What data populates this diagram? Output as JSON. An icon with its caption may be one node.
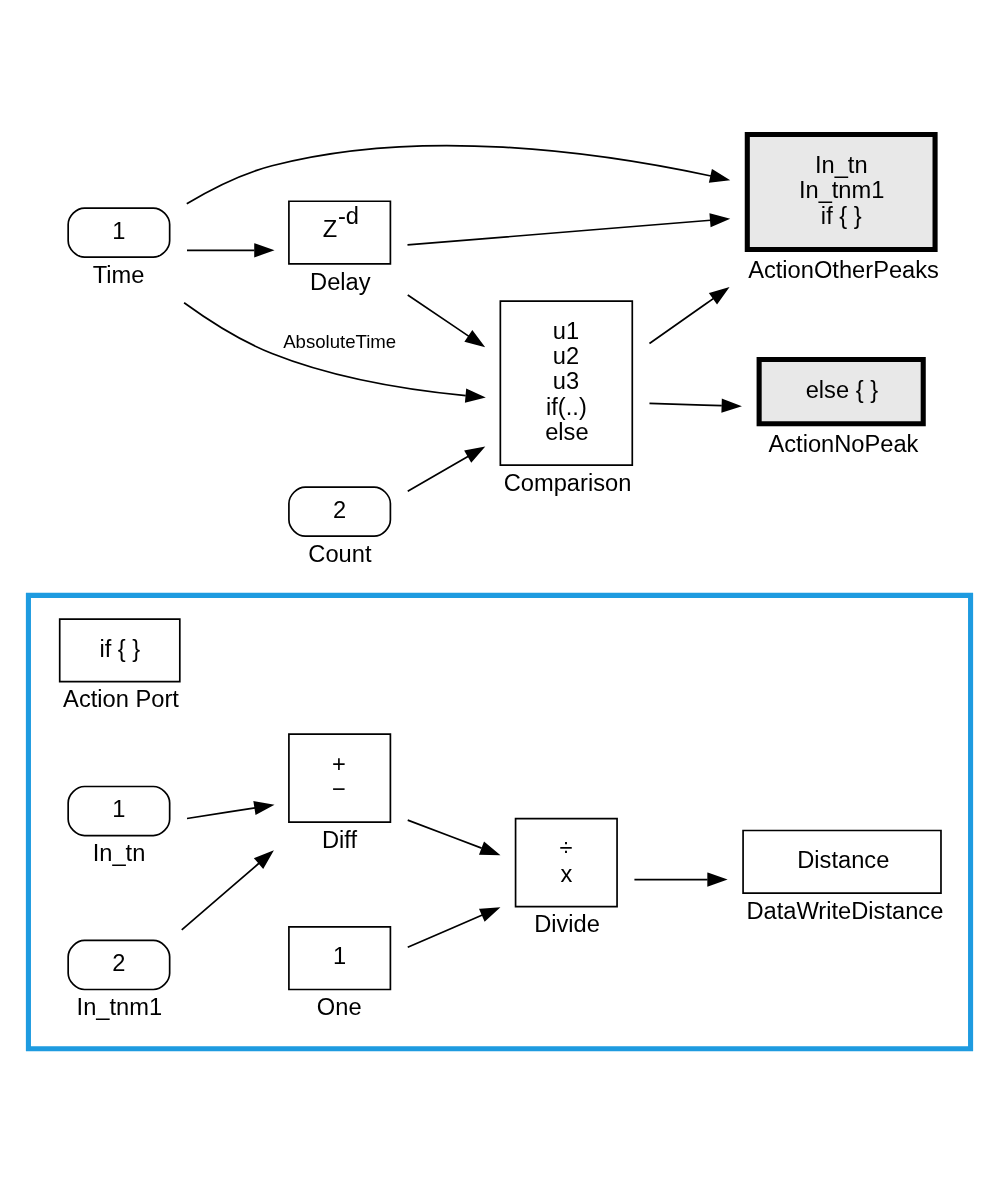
{
  "diagram": {
    "nodes": [
      {
        "text": [],
        "shape": "box"
      },
      {
        "text": [
          "if { }"
        ],
        "beside": [
          "Action Port"
        ],
        "in": 0
      },
      {
        "text": [
          "1"
        ],
        "beside": [
          "In_tn"
        ],
        "in": 0
      },
      {
        "text": [
          "2"
        ],
        "beside": [
          "In_tnm1"
        ],
        "in": 0
      },
      {
        "text": [
          "+",
          "−"
        ],
        "beside": [
          "Diff"
        ],
        "in": 0
      },
      {
        "text": [
          "1"
        ],
        "beside": [
          "One"
        ],
        "in": 0
      },
      {
        "text": [
          "÷",
          "x"
        ],
        "beside": [
          "Divide"
        ],
        "in": 0
      },
      {
        "text": [
          "Distance"
        ],
        "beside": [
          "DataWriteDistance"
        ],
        "in": 0
      },
      {
        "text": [
          "In_tn",
          "In_tnm1",
          "if { }"
        ],
        "beside": [
          "ActionOtherPeaks"
        ]
      },
      {
        "text": [
          "1"
        ],
        "beside": [
          "Time"
        ]
      },
      {
        "text": [
          "Z$^{-d}$"
        ],
        "beside": [
          "Delay"
        ]
      },
      {
        "text": [
          "2"
        ],
        "beside": [
          "Count"
        ]
      },
      {
        "text": [
          "u1",
          "u2",
          "u3",
          "if(..)",
          "else"
        ],
        "beside": [
          "Comparison"
        ]
      },
      {
        "text": [
          "else { }"
        ],
        "beside": [
          "ActionNoPeak"
        ]
      }
    ],
    "edges": [
      {
        "from": 2,
        "to": 4,
        "arrow": "to"
      },
      {
        "from": 3,
        "to": 4,
        "arrow": "to"
      },
      {
        "from": 4,
        "to": 6,
        "arrow": "to"
      },
      {
        "from": 5,
        "to": 6,
        "arrow": "to"
      },
      {
        "from": 6,
        "to": 7,
        "arrow": "to"
      },
      {
        "from": 9,
        "to": 8,
        "arrow": "to"
      },
      {
        "from": 10,
        "to": 8,
        "arrow": "to"
      },
      {
        "from": 9,
        "to": 12,
        "label": "AbsoluteTime",
        "arrow": "to"
      },
      {
        "from": 9,
        "to": 10,
        "arrow": "to"
      },
      {
        "from": 10,
        "to": 12,
        "arrow": "to"
      },
      {
        "from": 11,
        "to": 12,
        "arrow": "to"
      },
      {
        "from": 12,
        "to": 8,
        "arrow": "to"
      },
      {
        "from": 12,
        "to": 13,
        "arrow": "to"
      }
    ]
  }
}
